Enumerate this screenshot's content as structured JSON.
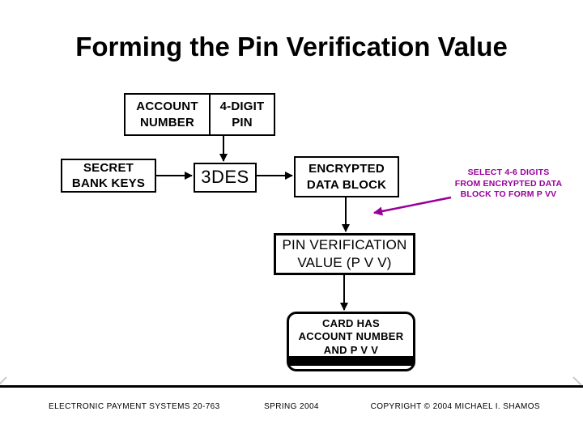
{
  "title": "Forming the Pin Verification Value",
  "colors": {
    "accent_purple": "#990099",
    "line_black": "#000000",
    "background": "#ffffff"
  },
  "diagram": {
    "account_cell": {
      "line1": "ACCOUNT",
      "line2": "NUMBER"
    },
    "pin_cell": {
      "line1": "4-DIGIT",
      "line2": "PIN"
    },
    "secret_keys": {
      "line1": "SECRET",
      "line2": "BANK KEYS"
    },
    "des": "3DES",
    "encrypted": {
      "line1": "ENCRYPTED",
      "line2": "DATA BLOCK"
    },
    "pvv": {
      "line1": "PIN VERIFICATION",
      "line2": "VALUE (P V V)"
    },
    "card": {
      "line1": "CARD HAS",
      "line2": "ACCOUNT NUMBER",
      "line3": "AND P V V"
    },
    "select_note": {
      "line1": "SELECT 4-6 DIGITS",
      "line2": "FROM ENCRYPTED DATA",
      "line3": "BLOCK TO FORM P VV"
    }
  },
  "footer": {
    "left": "ELECTRONIC PAYMENT SYSTEMS 20-763",
    "center": "SPRING 2004",
    "right": "COPYRIGHT © 2004 MICHAEL I. SHAMOS"
  }
}
